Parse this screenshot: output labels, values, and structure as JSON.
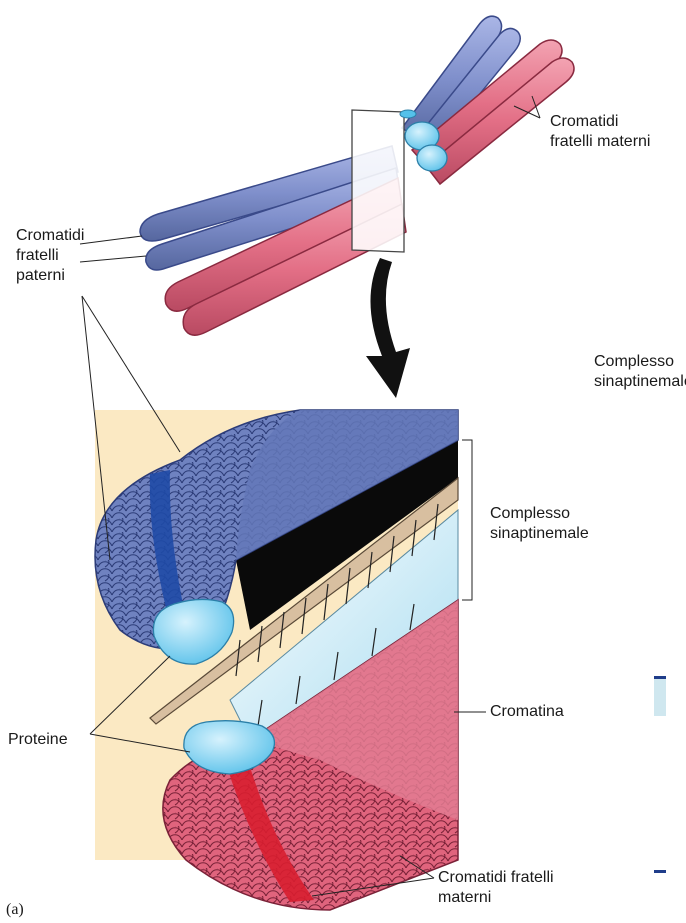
{
  "labels": {
    "maternal_top": "Cromatidi\nfratelli materni",
    "paternal": "Cromatidi\nfratelli\npaterni",
    "complex_cut": "Complesso\nsinaptinemale",
    "complex": "Complesso\nsinaptinemale",
    "proteins": "Proteine",
    "chromatin": "Cromatina",
    "maternal_bottom": "Cromatidi fratelli\nmaterni",
    "panel": "(a)"
  },
  "colors": {
    "paternal": "#7f8fcb",
    "paternal_dark": "#4a5ea6",
    "paternal_stripe": "#1f4aa6",
    "maternal": "#e36f86",
    "maternal_dark": "#c24a63",
    "maternal_stripe": "#d81e30",
    "protein": "#8fd6f2",
    "background_panel": "#fbe9c3",
    "synaptonemal_black": "#0a0a0a",
    "central_element": "#d8bfa0"
  }
}
